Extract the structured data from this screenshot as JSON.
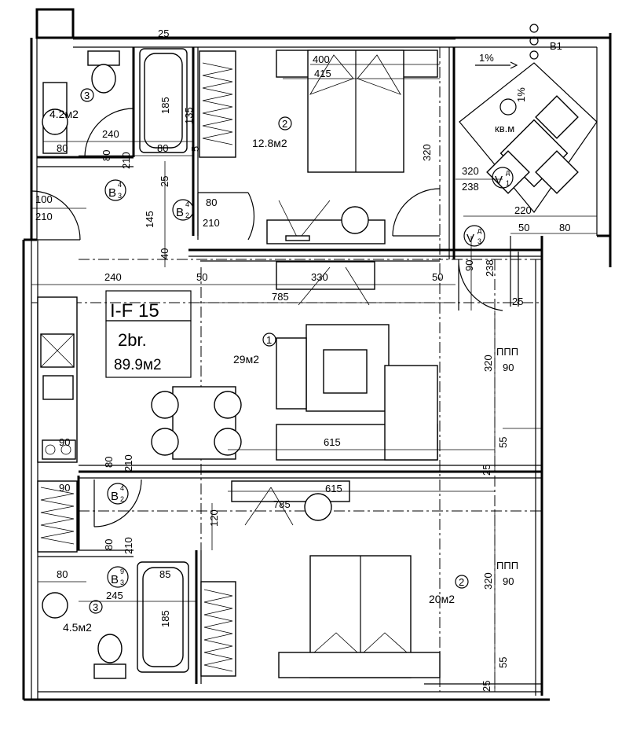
{
  "unit": {
    "code": "I-F 15",
    "bedrooms": "2br.",
    "area": "89.9м2"
  },
  "rooms": [
    {
      "id": "bath_top",
      "number": "3",
      "area": "4.2м2"
    },
    {
      "id": "bed_top",
      "number": "2",
      "area": "12.8м2"
    },
    {
      "id": "living",
      "number": "1",
      "area": "29м2"
    },
    {
      "id": "bath_bot",
      "number": "3",
      "area": "4.5м2"
    },
    {
      "id": "bed_bot",
      "number": "2",
      "area": "20м2"
    }
  ],
  "terrace": {
    "slope_a": "1%",
    "slope_b": "1%",
    "area_label": "кв.м",
    "drain": "В1"
  },
  "door_tags": [
    {
      "id": "d1",
      "main": "B",
      "sup": "4",
      "sub": "3"
    },
    {
      "id": "d2",
      "main": "B",
      "sup": "4",
      "sub": "2"
    },
    {
      "id": "d3",
      "main": "V",
      "sup": "д",
      "sub": "1"
    },
    {
      "id": "d4",
      "main": "V",
      "sup": "д",
      "sub": "3"
    },
    {
      "id": "d5",
      "main": "B",
      "sup": "4",
      "sub": "2"
    },
    {
      "id": "d6",
      "main": "B",
      "sup": "9",
      "sub": "3"
    }
  ],
  "window_tags": [
    {
      "id": "w1",
      "line1": "ППП",
      "line2": "90"
    },
    {
      "id": "w2",
      "line1": "ППП",
      "line2": "90"
    }
  ],
  "dimensions": {
    "top_25": "25",
    "w400": "400",
    "w415": "415",
    "h185": "185",
    "h135": "135",
    "w240": "240",
    "w80a": "80",
    "w80b": "80",
    "h5": "5",
    "h80c": "80",
    "h210c": "210",
    "w100": "100",
    "h210a": "210",
    "h25b": "25",
    "w80d": "80",
    "h210b": "210",
    "h145": "145",
    "h40": "40",
    "h320a": "320",
    "w320b": "320",
    "h238a": "238",
    "w220": "220",
    "w50a": "50",
    "w80e": "80",
    "h90a": "90",
    "h238b": "238",
    "h25c": "25",
    "w240b": "240",
    "w50b": "50",
    "w330": "330",
    "w50c": "50",
    "w785a": "785",
    "h320c": "320",
    "w615a": "615",
    "h55a": "55",
    "h25d": "25",
    "w90a": "90",
    "h80f": "80",
    "h210d": "210",
    "w90b": "90",
    "w615b": "615",
    "w785b": "785",
    "h120": "120",
    "h80g": "80",
    "h210e": "210",
    "w80h": "80",
    "w85": "85",
    "w245": "245",
    "h185b": "185",
    "h320d": "320",
    "h55b": "55",
    "h25e": "25"
  }
}
